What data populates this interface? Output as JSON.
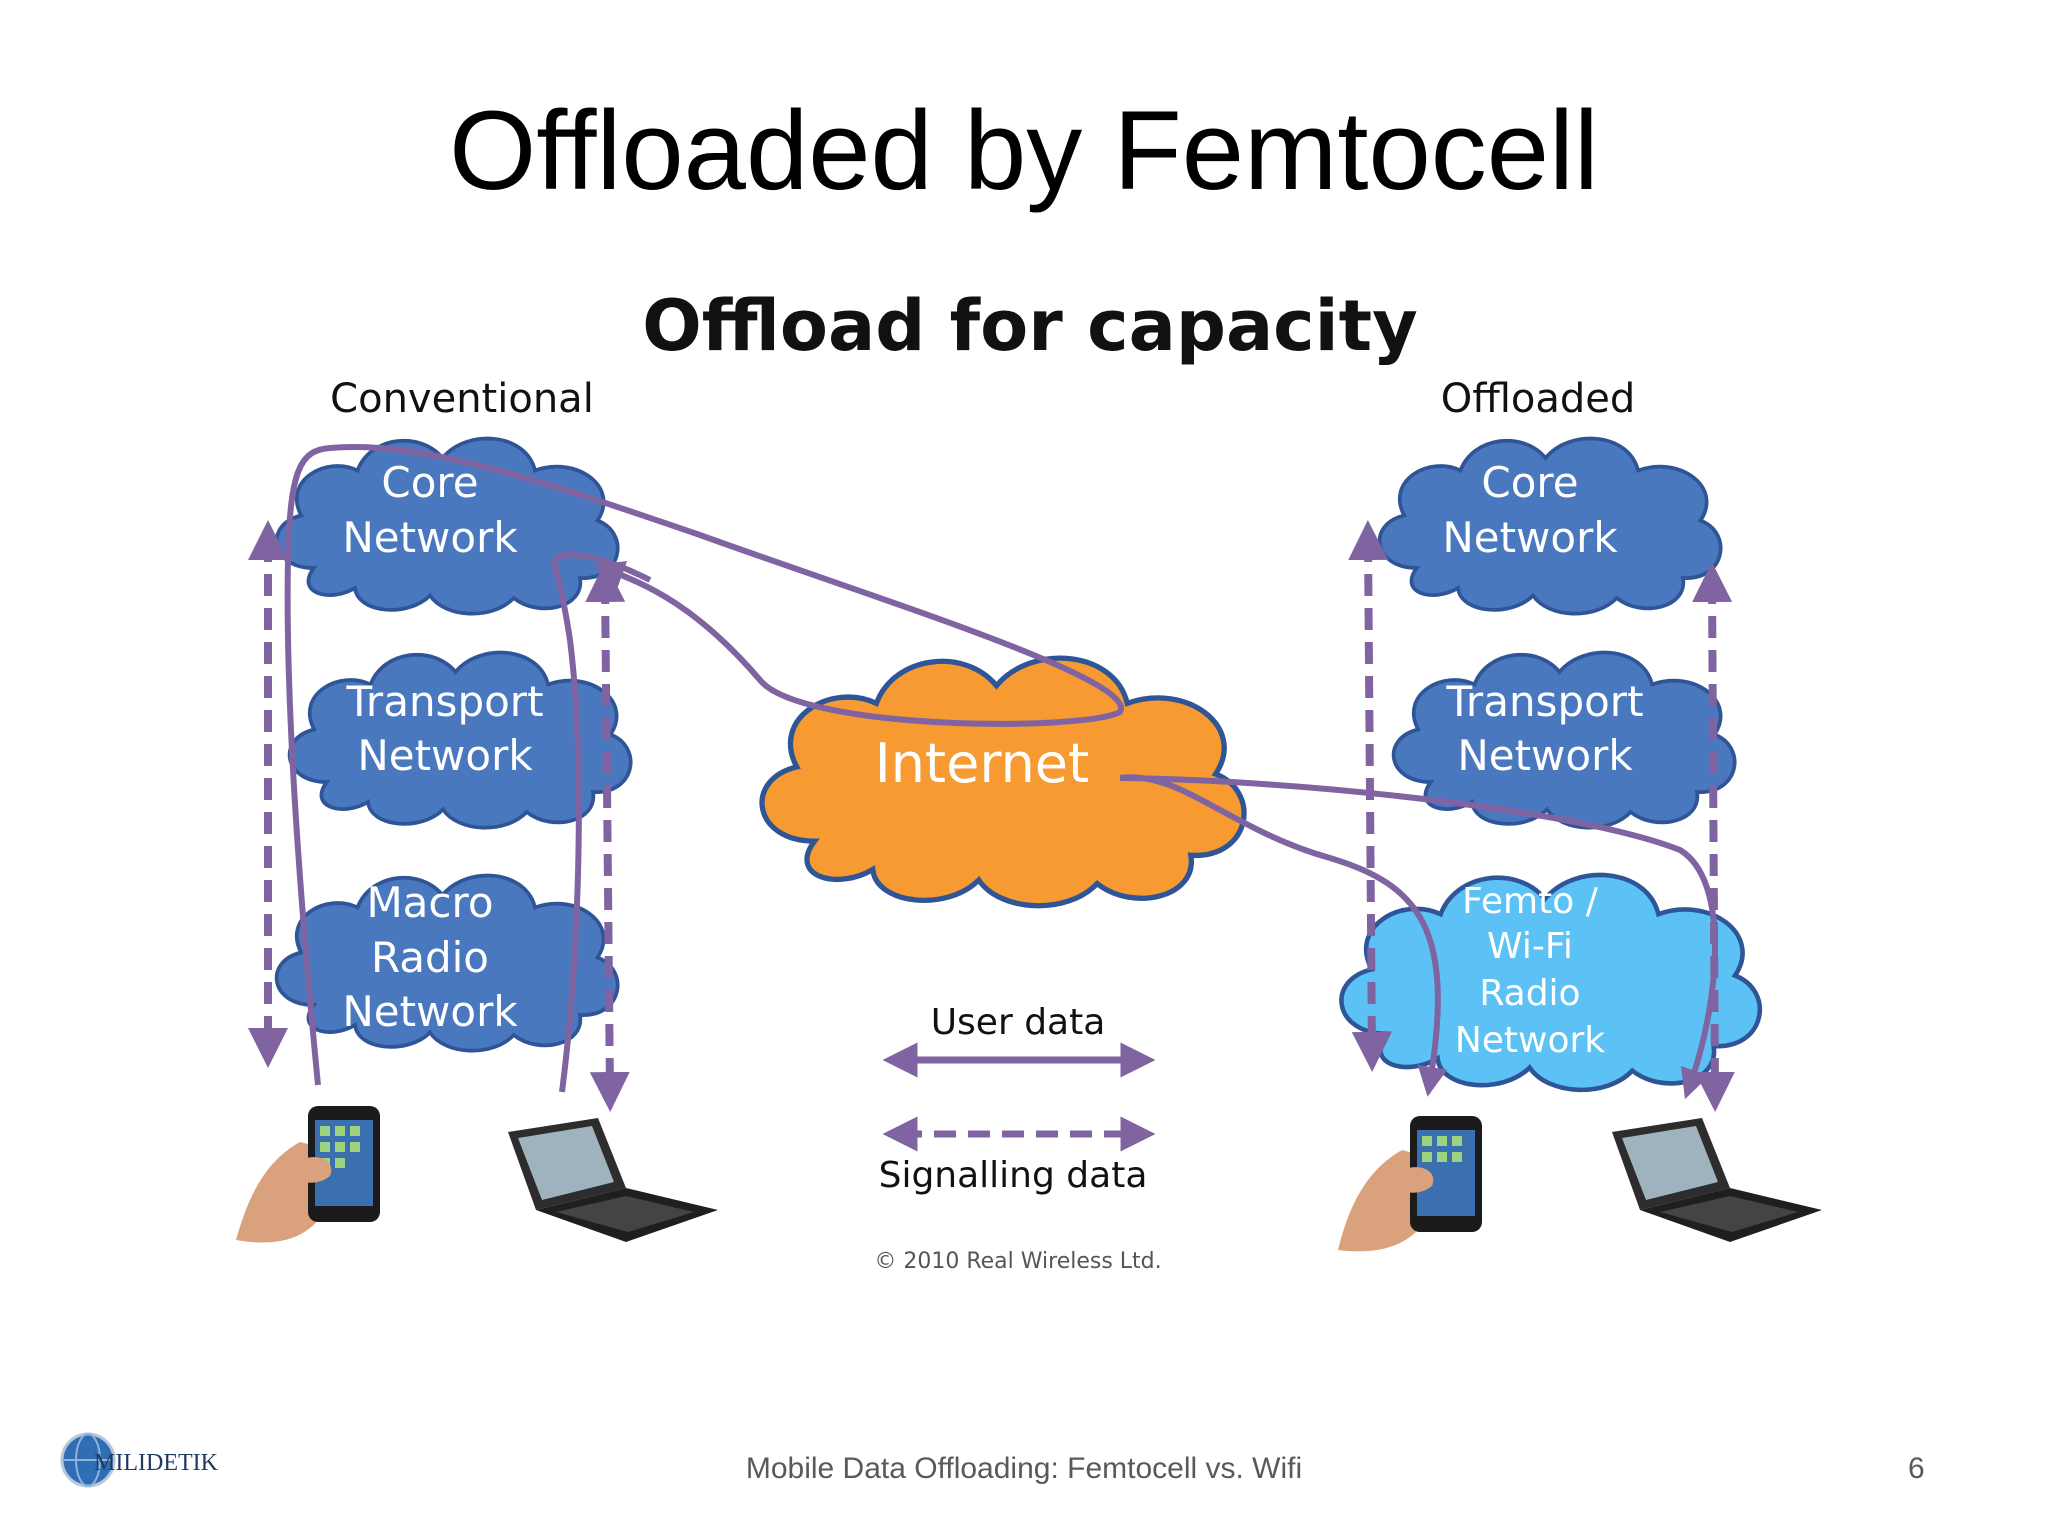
{
  "slide": {
    "title": "Offloaded by Femtocell",
    "footer": "Mobile Data Offloading: Femtocell vs. Wifi",
    "page_number": "6",
    "logo_text": "MILIDETIK"
  },
  "diagram": {
    "heading": "Offload for capacity",
    "conventional_label": "Conventional",
    "offloaded_label": "Offloaded",
    "left_core": [
      "Core",
      "Network"
    ],
    "left_transport": [
      "Transport",
      "Network"
    ],
    "left_macro": [
      "Macro",
      "Radio",
      "Network"
    ],
    "internet": "Internet",
    "right_core": [
      "Core",
      "Network"
    ],
    "right_transport": [
      "Transport",
      "Network"
    ],
    "right_femto": [
      "Femto /",
      "Wi-Fi",
      "Radio",
      "Network"
    ],
    "legend_user": "User data",
    "legend_signalling": "Signalling data",
    "copyright": "© 2010 Real Wireless Ltd."
  },
  "colors": {
    "cloud_blue": "#4a78bf",
    "cloud_light": "#5cc2f5",
    "internet_orange": "#f79a32",
    "arrow_purple": "#8064a2"
  }
}
